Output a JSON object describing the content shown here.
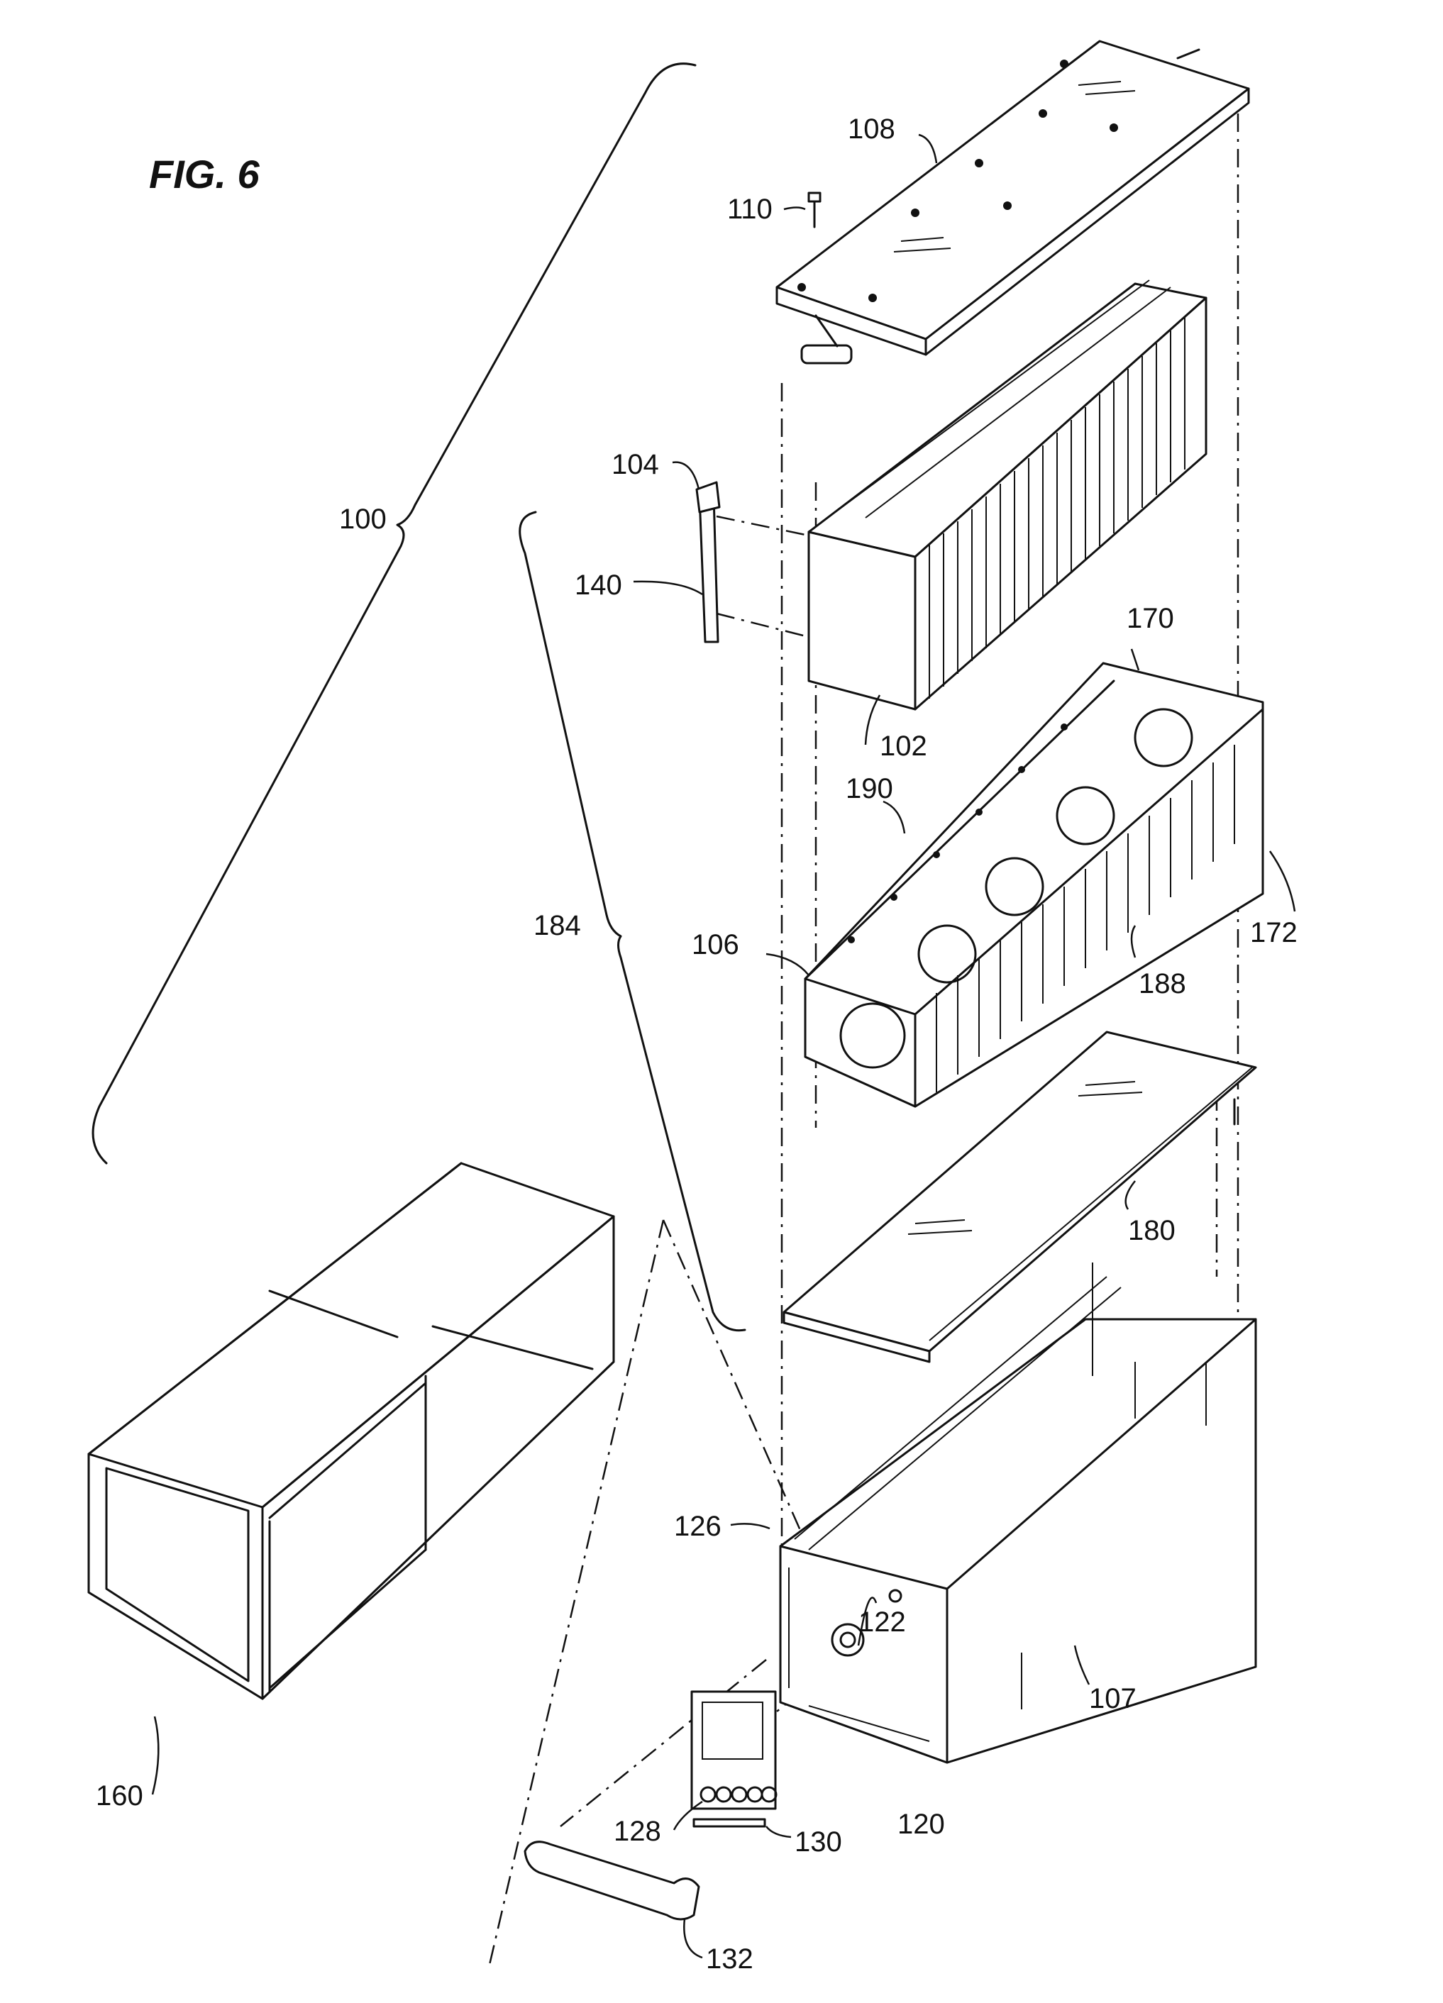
{
  "figure": {
    "title": "FIG. 6",
    "labels": {
      "l100": "100",
      "l102": "102",
      "l104": "104",
      "l106": "106",
      "l107": "107",
      "l108": "108",
      "l110": "110",
      "l120": "120",
      "l122": "122",
      "l126": "126",
      "l128": "128",
      "l130": "130",
      "l132": "132",
      "l140": "140",
      "l160": "160",
      "l170": "170",
      "l172": "172",
      "l180": "180",
      "l184": "184",
      "l188": "188",
      "l190": "190"
    }
  }
}
